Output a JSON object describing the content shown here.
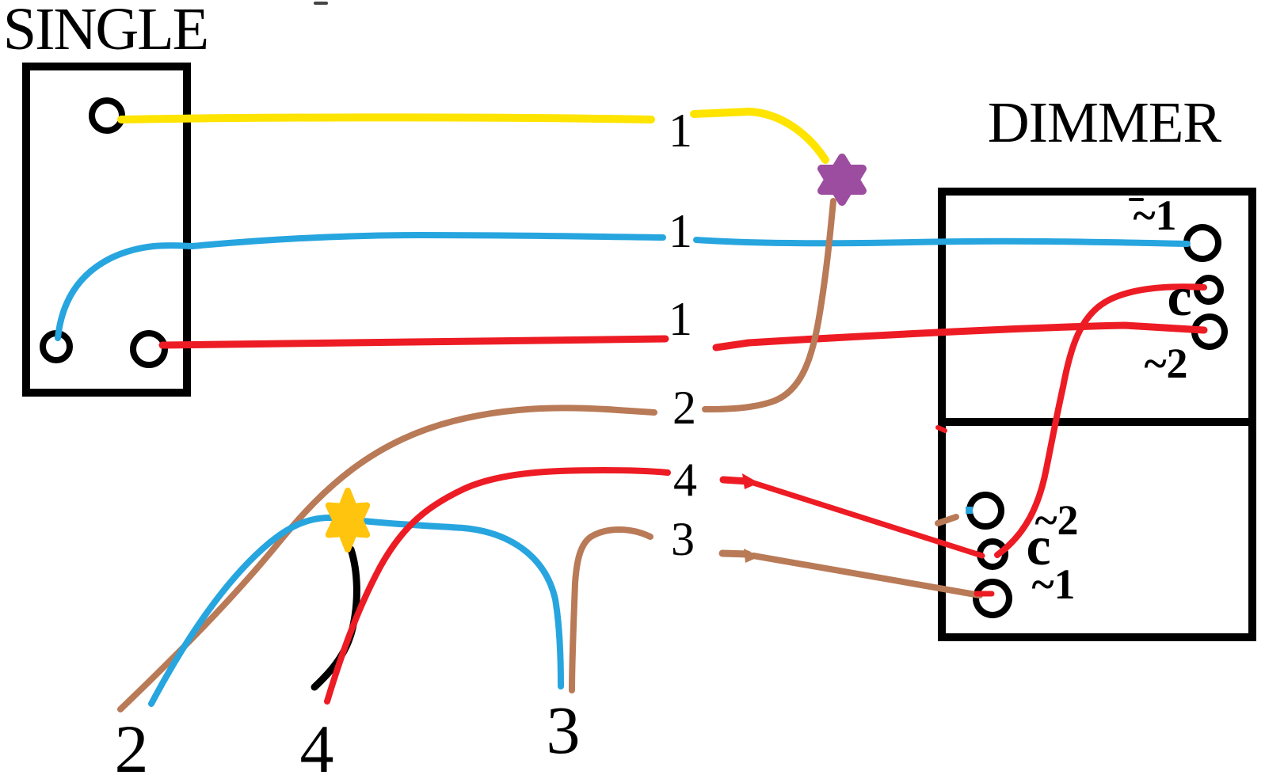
{
  "single": {
    "title": "SINGLE"
  },
  "dimmer": {
    "title": "DIMMER",
    "top_section": {
      "terminal_1_label": "~1",
      "common_label": "c",
      "terminal_2_label": "~2"
    },
    "bottom_section": {
      "terminal_2_label": "~2",
      "common_label": "c",
      "terminal_1_label": "~1"
    }
  },
  "wire_labels": {
    "yellow_1": "1",
    "blue_1": "1",
    "red_1": "1",
    "brown_2": "2",
    "red_4": "4",
    "brown_3": "3",
    "bottom_2": "2",
    "bottom_4": "4",
    "bottom_3": "3"
  },
  "colors": {
    "yellow": "#FFE400",
    "blue": "#27A5DF",
    "red": "#ED1C24",
    "brown": "#B97A57",
    "black": "#000000",
    "star_purple": "#9C4D9F",
    "star_gold": "#FFC40E",
    "label_purple": "#AF58B8",
    "artifact_gray": "#444444"
  }
}
